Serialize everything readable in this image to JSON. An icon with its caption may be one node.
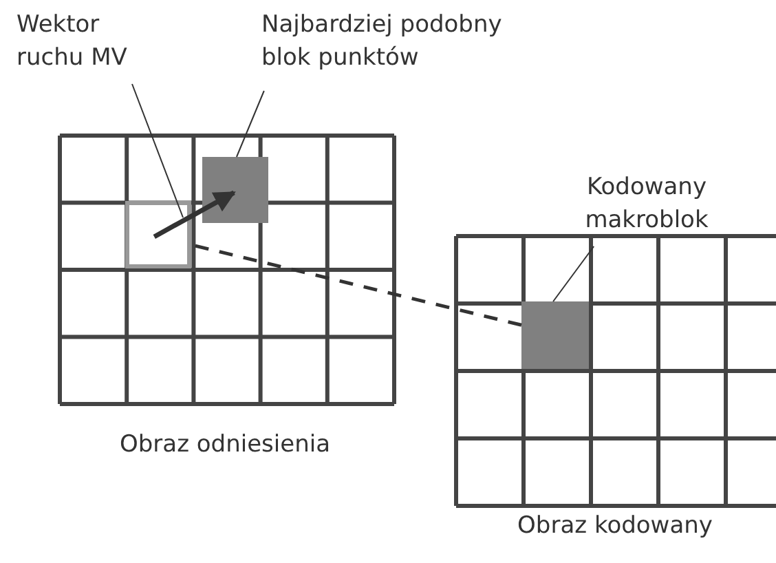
{
  "diagram": {
    "nodes": [
      {
        "text": [
          "Obraz odniesienia"
        ]
      },
      {
        "text": [
          "Obraz kodowany"
        ]
      },
      {
        "text": [],
        "shape": "box",
        "in": 0
      },
      {
        "text": [],
        "shape": "box",
        "in": 0
      },
      {
        "text": [],
        "shape": "box",
        "in": 1
      },
      {
        "text": [
          "Wektor ruchu MV"
        ]
      },
      {
        "text": [
          "Najbardziej podobny blok punktów"
        ]
      },
      {
        "text": [
          "Kodowany makroblok"
        ]
      }
    ],
    "edges": [
      {
        "from": 2,
        "to": 3,
        "arrow": "to",
        "style": "thick"
      },
      {
        "from": 4,
        "to": 2,
        "arrow": "none",
        "style": "dashed"
      },
      {
        "from": 5,
        "to": 2,
        "arrow": "none"
      },
      {
        "from": 6,
        "to": 3,
        "arrow": "none"
      },
      {
        "from": 7,
        "to": 4,
        "arrow": "none"
      }
    ]
  }
}
